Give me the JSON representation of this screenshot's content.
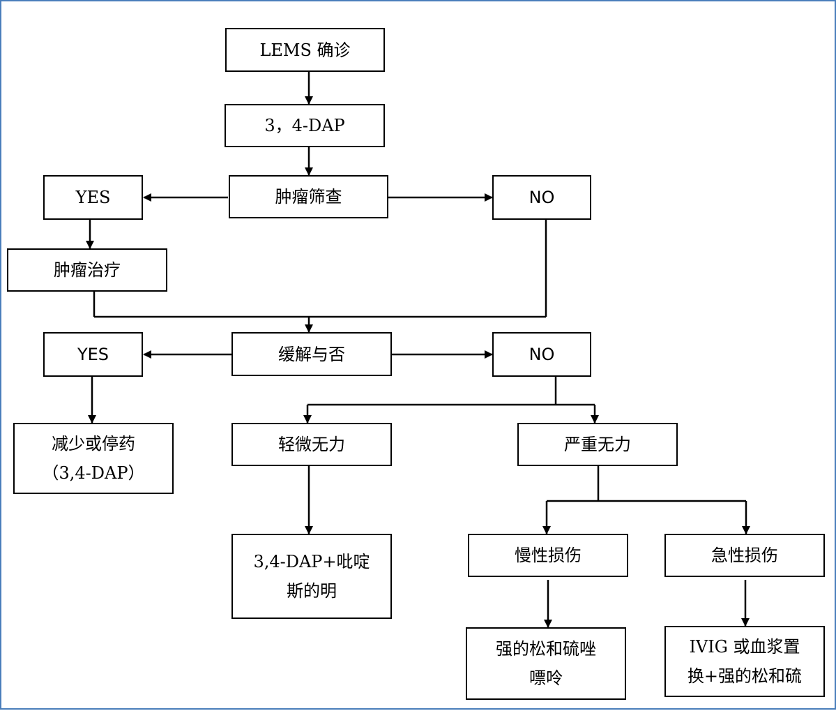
{
  "diagram": {
    "frame_color": "#4a7ebb",
    "line_color": "#000000",
    "nodes": {
      "diagnosis": {
        "text": "LEMS 确诊"
      },
      "dap": {
        "text": "3，4-DAP"
      },
      "tumor_screen": {
        "text": "肿瘤筛查"
      },
      "screen_yes": {
        "text": "YES"
      },
      "screen_no": {
        "text": "NO"
      },
      "tumor_treatment": {
        "text": "肿瘤治疗"
      },
      "remission": {
        "text": "缓解与否"
      },
      "remission_yes": {
        "text": "YES"
      },
      "remission_no": {
        "text": "NO"
      },
      "reduce_stop": {
        "line1": "减少或停药",
        "line2": "（3,4-DAP）"
      },
      "mild_weakness": {
        "text": "轻微无力"
      },
      "severe_weakness": {
        "text": "严重无力"
      },
      "dap_pyridostigmine": {
        "line1": "3,4-DAP+吡啶",
        "line2": "斯的明"
      },
      "chronic_injury": {
        "text": "慢性损伤"
      },
      "acute_injury": {
        "text": "急性损伤"
      },
      "prednisone_azathioprine": {
        "line1": "强的松和硫唑",
        "line2": "嘌呤"
      },
      "ivig_plasma": {
        "line1": "IVIG 或血浆置",
        "line2": "换+强的松和硫"
      }
    }
  }
}
